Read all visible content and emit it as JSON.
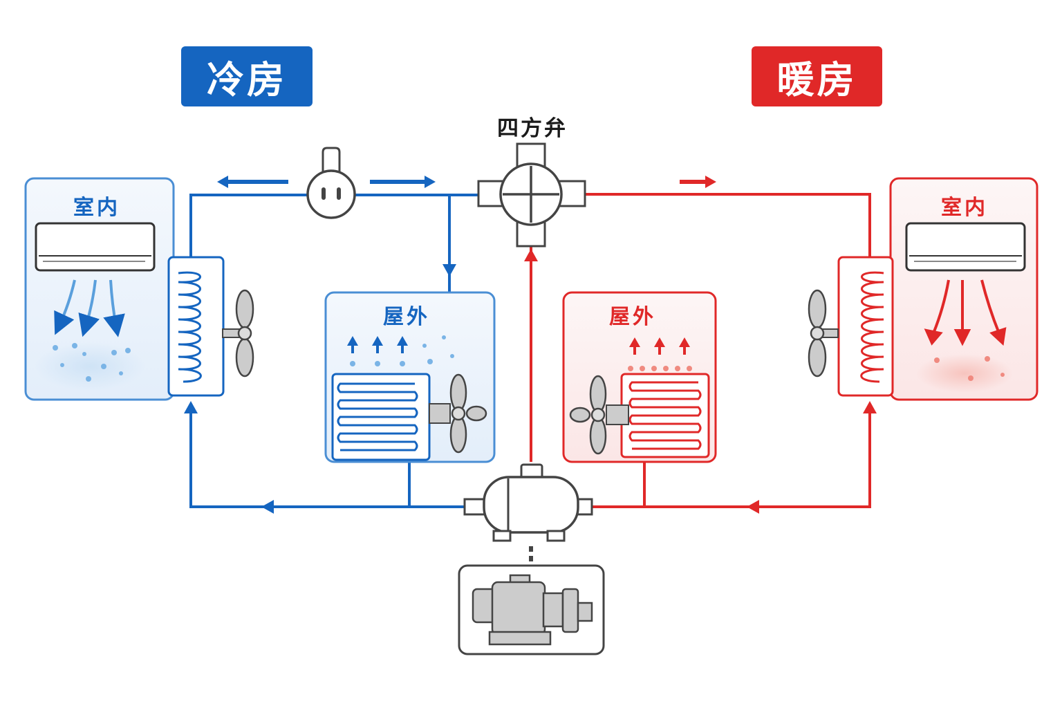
{
  "cooling": {
    "title": "冷房",
    "indoor_label": "室内",
    "outdoor_label": "屋外"
  },
  "heating": {
    "title": "暖房",
    "indoor_label": "室内",
    "outdoor_label": "屋外"
  },
  "valve": {
    "label": "四方弁"
  },
  "colors": {
    "cool": "#1565c0",
    "heat": "#e02828",
    "neutral": "#555555"
  },
  "icons": [
    "air-conditioner-icon",
    "coil-icon",
    "fan-icon",
    "compressor-icon",
    "four-way-valve-icon",
    "expansion-valve-icon",
    "motor-icon"
  ]
}
